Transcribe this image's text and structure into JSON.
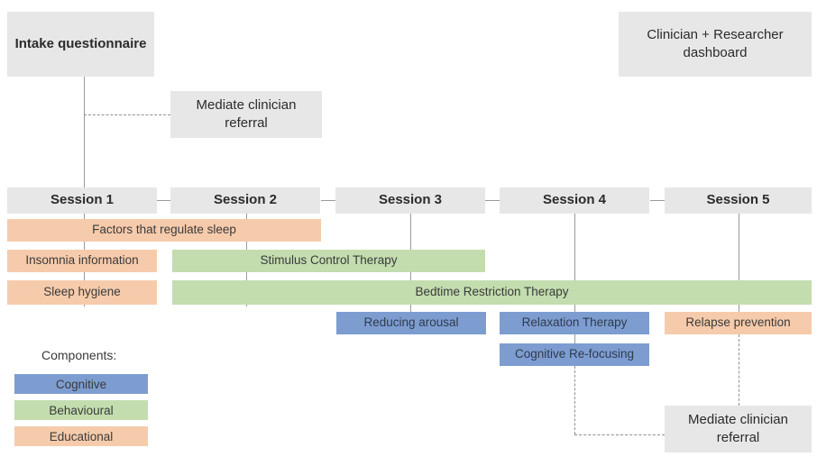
{
  "diagram": {
    "title_boxes": {
      "intake": "Intake questionnaire",
      "dashboard": "Clinician + Researcher dashboard",
      "referral_top": "Mediate clinician referral",
      "referral_bottom": "Mediate clinician referral"
    },
    "sessions": [
      {
        "label": "Session 1"
      },
      {
        "label": "Session 2"
      },
      {
        "label": "Session 3"
      },
      {
        "label": "Session 4"
      },
      {
        "label": "Session 5"
      }
    ],
    "components": [
      {
        "label": "Factors that regulate sleep",
        "type": "Educational"
      },
      {
        "label": "Insomnia information",
        "type": "Educational"
      },
      {
        "label": "Sleep hygiene",
        "type": "Educational"
      },
      {
        "label": "Stimulus Control Therapy",
        "type": "Behavioural"
      },
      {
        "label": "Bedtime Restriction Therapy",
        "type": "Behavioural"
      },
      {
        "label": "Reducing arousal",
        "type": "Cognitive"
      },
      {
        "label": "Relaxation Therapy",
        "type": "Cognitive"
      },
      {
        "label": "Cognitive Re-focusing",
        "type": "Cognitive"
      },
      {
        "label": "Relapse prevention",
        "type": "Educational"
      }
    ],
    "legend": {
      "title": "Components:",
      "items": [
        {
          "label": "Cognitive",
          "color": "#7d9dd1"
        },
        {
          "label": "Behavioural",
          "color": "#c3ddaf"
        },
        {
          "label": "Educational",
          "color": "#f6cbab"
        }
      ]
    },
    "colors": {
      "box_grey": "#e7e7e7",
      "cognitive": "#7d9dd1",
      "behavioural": "#c3ddaf",
      "educational": "#f6cbab",
      "connector": "#9a9a9a"
    }
  }
}
